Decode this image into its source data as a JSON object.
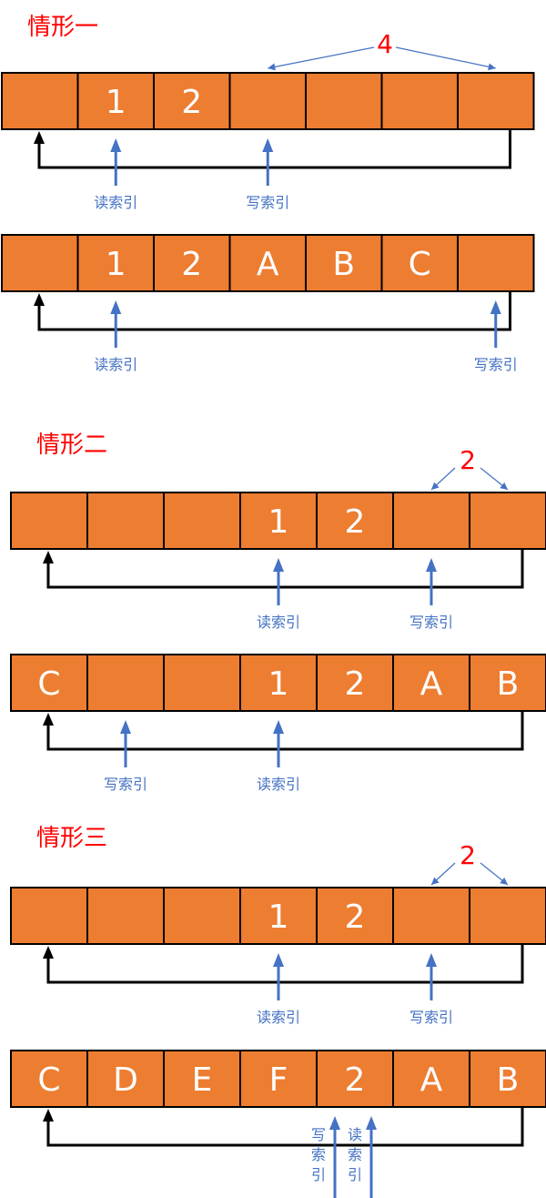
{
  "scenarios": [
    {
      "title": "情形一",
      "count": "4",
      "rows": [
        {
          "cells": [
            "",
            "1",
            "2",
            "",
            "",
            "",
            ""
          ],
          "pointers": [
            {
              "label": "读索引",
              "index": 1
            },
            {
              "label": "写索引",
              "index": 3
            }
          ]
        },
        {
          "cells": [
            "",
            "1",
            "2",
            "A",
            "B",
            "C",
            ""
          ],
          "pointers": [
            {
              "label": "读索引",
              "index": 1
            },
            {
              "label": "写索引",
              "index": 6
            }
          ]
        }
      ]
    },
    {
      "title": "情形二",
      "count": "2",
      "rows": [
        {
          "cells": [
            "",
            "",
            "",
            "1",
            "2",
            "",
            ""
          ],
          "pointers": [
            {
              "label": "读索引",
              "index": 3
            },
            {
              "label": "写索引",
              "index": 5
            }
          ]
        },
        {
          "cells": [
            "C",
            "",
            "",
            "1",
            "2",
            "A",
            "B"
          ],
          "pointers": [
            {
              "label": "写索引",
              "index": 1
            },
            {
              "label": "读索引",
              "index": 3
            }
          ]
        }
      ]
    },
    {
      "title": "情形三",
      "count": "2",
      "rows": [
        {
          "cells": [
            "",
            "",
            "",
            "1",
            "2",
            "",
            ""
          ],
          "pointers": [
            {
              "label": "读索引",
              "index": 3
            },
            {
              "label": "写索引",
              "index": 5
            }
          ]
        },
        {
          "cells": [
            "C",
            "D",
            "E",
            "F",
            "2",
            "A",
            "B"
          ],
          "pointers": [
            {
              "label": "写索引",
              "index": 4,
              "vertical": true
            },
            {
              "label": "读索引",
              "index": 4,
              "vertical": true
            }
          ]
        }
      ]
    }
  ]
}
